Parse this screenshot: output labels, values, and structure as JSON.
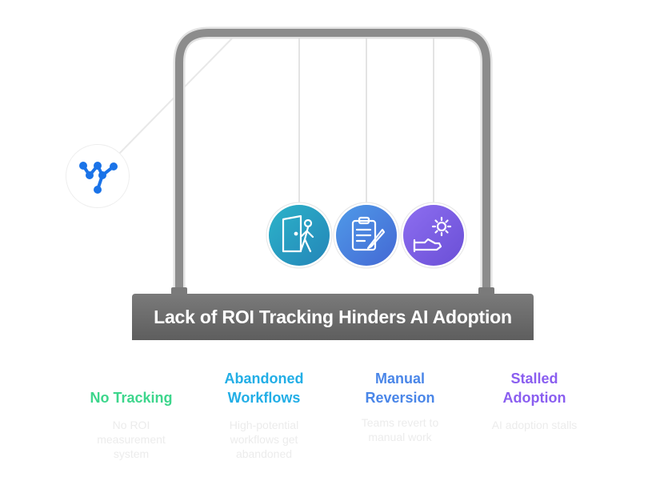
{
  "banner": {
    "title": "Lack of ROI Tracking Hinders AI Adoption"
  },
  "logo": {
    "icon": "network-nodes-icon",
    "color": "#1a73e8"
  },
  "balls": [
    {
      "icon": "person-leaving-door-icon",
      "color": "#2a9fbf"
    },
    {
      "icon": "clipboard-edit-icon",
      "color": "#4a7fdf"
    },
    {
      "icon": "hand-gear-icon",
      "color": "#7a5fe0"
    }
  ],
  "columns": [
    {
      "title_lines": [
        "No Tracking"
      ],
      "desc_lines": [
        "No ROI",
        "measurement",
        "system"
      ],
      "color": "#3dd68c"
    },
    {
      "title_lines": [
        "Abandoned",
        "Workflows"
      ],
      "desc_lines": [
        "High-potential",
        "workflows get",
        "abandoned"
      ],
      "color": "#22aee6"
    },
    {
      "title_lines": [
        "Manual",
        "Reversion"
      ],
      "desc_lines": [
        "Teams revert to",
        "manual work"
      ],
      "color": "#4a86e8"
    },
    {
      "title_lines": [
        "Stalled",
        "Adoption"
      ],
      "desc_lines": [
        "AI adoption stalls"
      ],
      "color": "#8a5ef0"
    }
  ]
}
